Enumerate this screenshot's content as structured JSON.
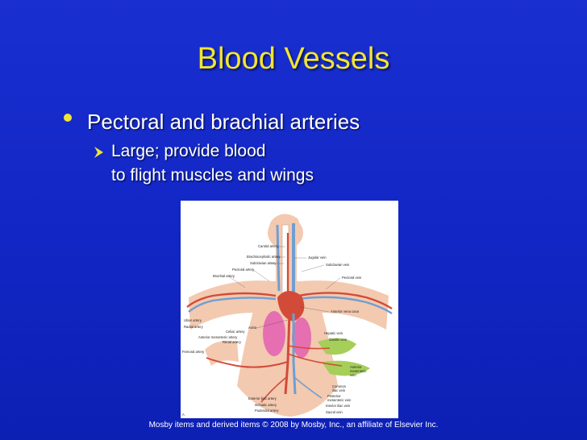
{
  "slide": {
    "title": "Blood Vessels",
    "bullet": "Pectoral and brachial arteries",
    "sub_line1": "Large; provide blood",
    "sub_line2": "to flight muscles and wings",
    "footer": "Mosby items and derived items © 2008 by Mosby, Inc., an affiliate of Elsevier Inc."
  },
  "figure": {
    "corner_letter": "A",
    "labels": {
      "carotid": "Carotid artery",
      "brachiocephalic": "Brachiocephalic artery",
      "subclavian_artery": "Subclavian artery",
      "pectoral_artery": "Pectoral artery",
      "brachial_artery": "Brachial artery",
      "jugular_vein": "Jugular vein",
      "subclavian_vein": "Subclavian vein",
      "pectoral_vein": "Pectoral vein",
      "anterior_vena_cava": "Anterior vena cava",
      "ulnar_artery": "Ulnar artery",
      "radial_artery": "Radial artery",
      "aorta": "Aorta",
      "celiac_artery": "Celiac artery",
      "anterior_mesenteric_artery": "Anterior mesenteric artery",
      "renal_artery": "Renal artery",
      "hepatic_vein": "Hepatic vein",
      "gastric_vein": "Gastric vein",
      "femoral_artery": "Femoral artery",
      "anterior_mesenteric_vein_1": "Anterior",
      "anterior_mesenteric_vein_2": "mesenteric",
      "anterior_mesenteric_vein_3": "vein",
      "common_iliac_vein_1": "Common",
      "common_iliac_vein_2": "iliac vein",
      "posterior_mesenteric_vein_1": "Posterior",
      "posterior_mesenteric_vein_2": "mesenteric vein",
      "exterior_iliac_artery": "Exterior iliac artery",
      "ischiatic_artery": "Ischiatic artery",
      "pudendal_artery": "Pudendal artery",
      "interior_iliac_vein": "Interior iliac vein",
      "sacral_vein": "Sacral vein"
    }
  }
}
